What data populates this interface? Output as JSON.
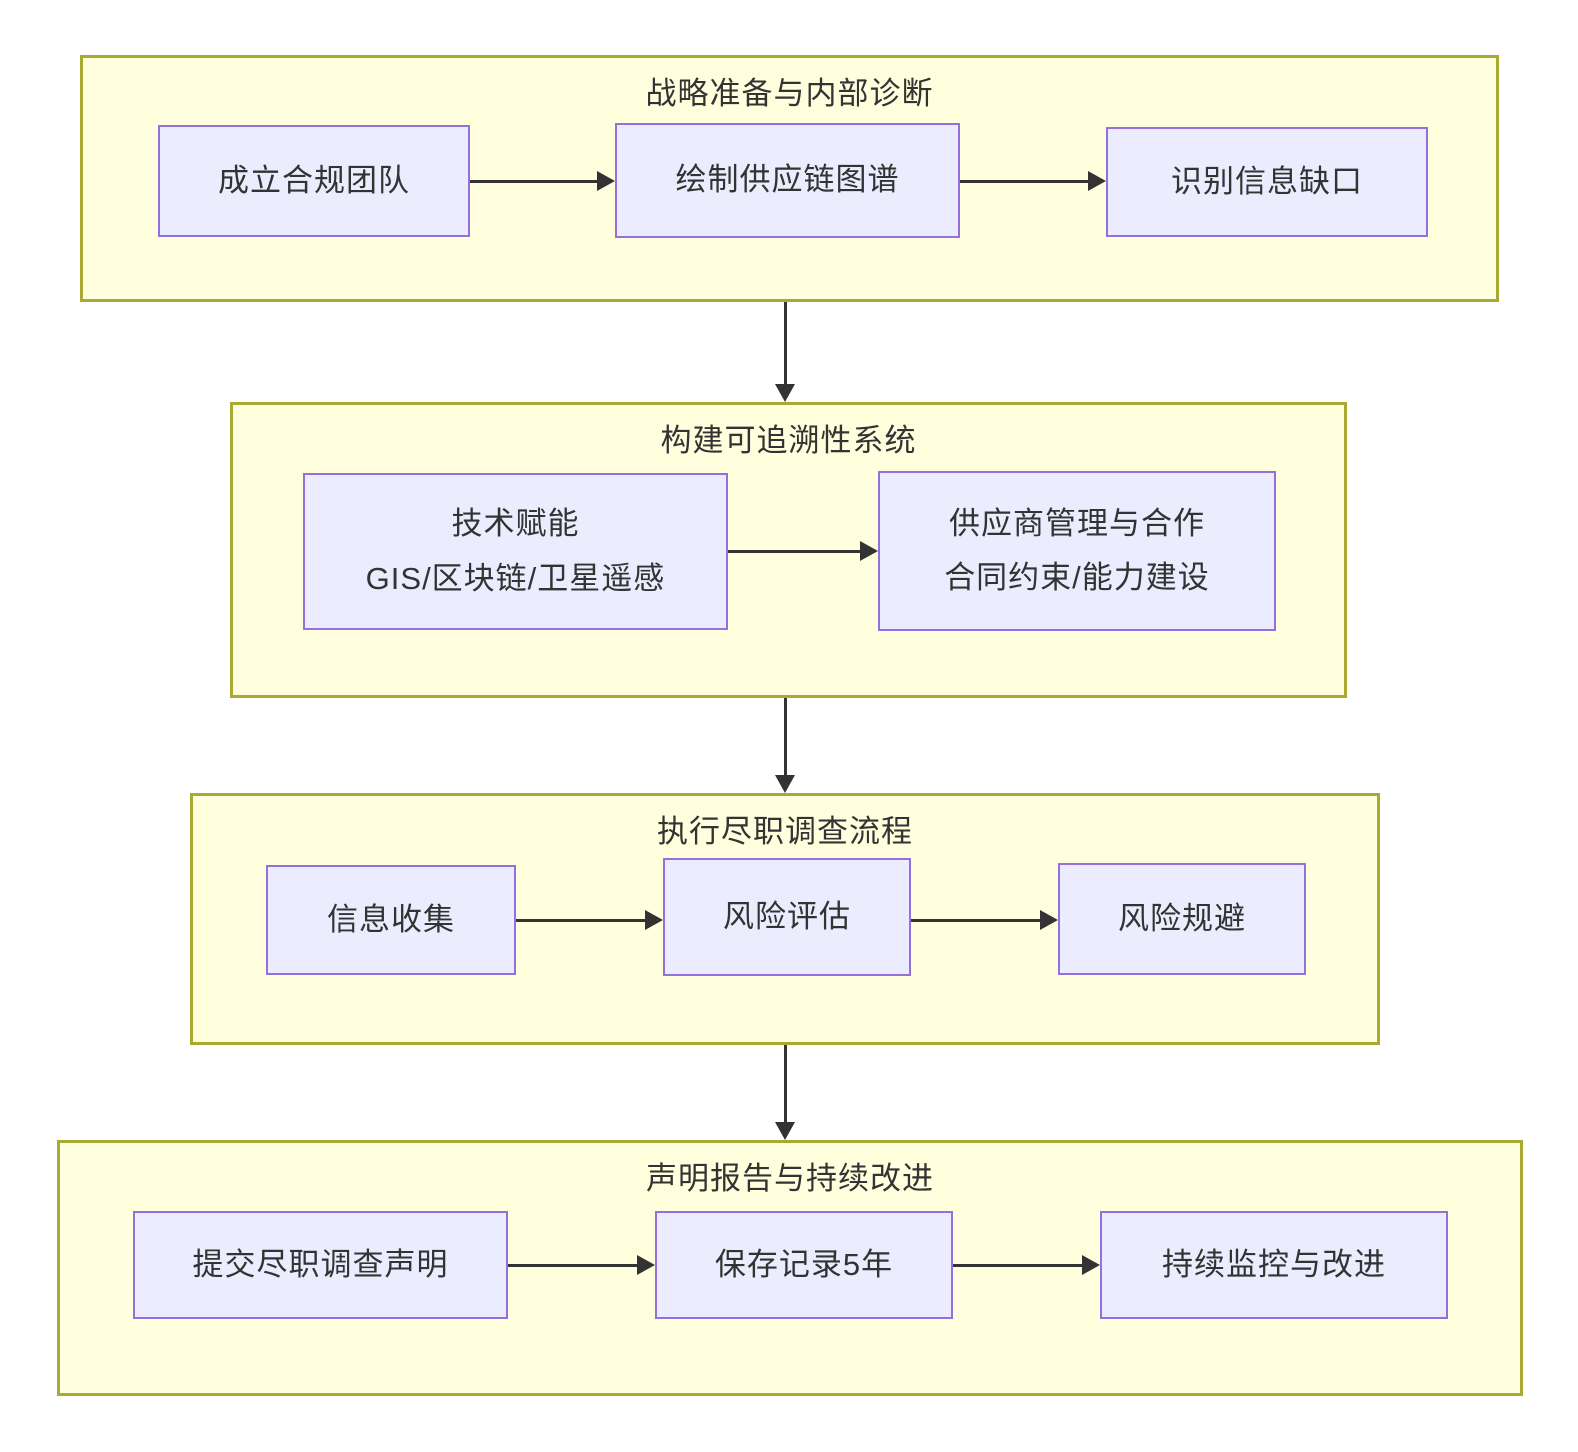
{
  "colors": {
    "phase_fill": "#ffffde",
    "phase_border": "#aaaa33",
    "node_fill": "#ececff",
    "node_border": "#9370db",
    "arrow": "#333333",
    "text": "#333333"
  },
  "phases": [
    {
      "title": "战略准备与内部诊断",
      "nodes": [
        {
          "lines": [
            "成立合规团队"
          ]
        },
        {
          "lines": [
            "绘制供应链图谱"
          ]
        },
        {
          "lines": [
            "识别信息缺口"
          ]
        }
      ]
    },
    {
      "title": "构建可追溯性系统",
      "nodes": [
        {
          "lines": [
            "技术赋能",
            "GIS/区块链/卫星遥感"
          ]
        },
        {
          "lines": [
            "供应商管理与合作",
            "合同约束/能力建设"
          ]
        }
      ]
    },
    {
      "title": "执行尽职调查流程",
      "nodes": [
        {
          "lines": [
            "信息收集"
          ]
        },
        {
          "lines": [
            "风险评估"
          ]
        },
        {
          "lines": [
            "风险规避"
          ]
        }
      ]
    },
    {
      "title": "声明报告与持续改进",
      "nodes": [
        {
          "lines": [
            "提交尽职调查声明"
          ]
        },
        {
          "lines": [
            "保存记录5年"
          ]
        },
        {
          "lines": [
            "持续监控与改进"
          ]
        }
      ]
    }
  ]
}
